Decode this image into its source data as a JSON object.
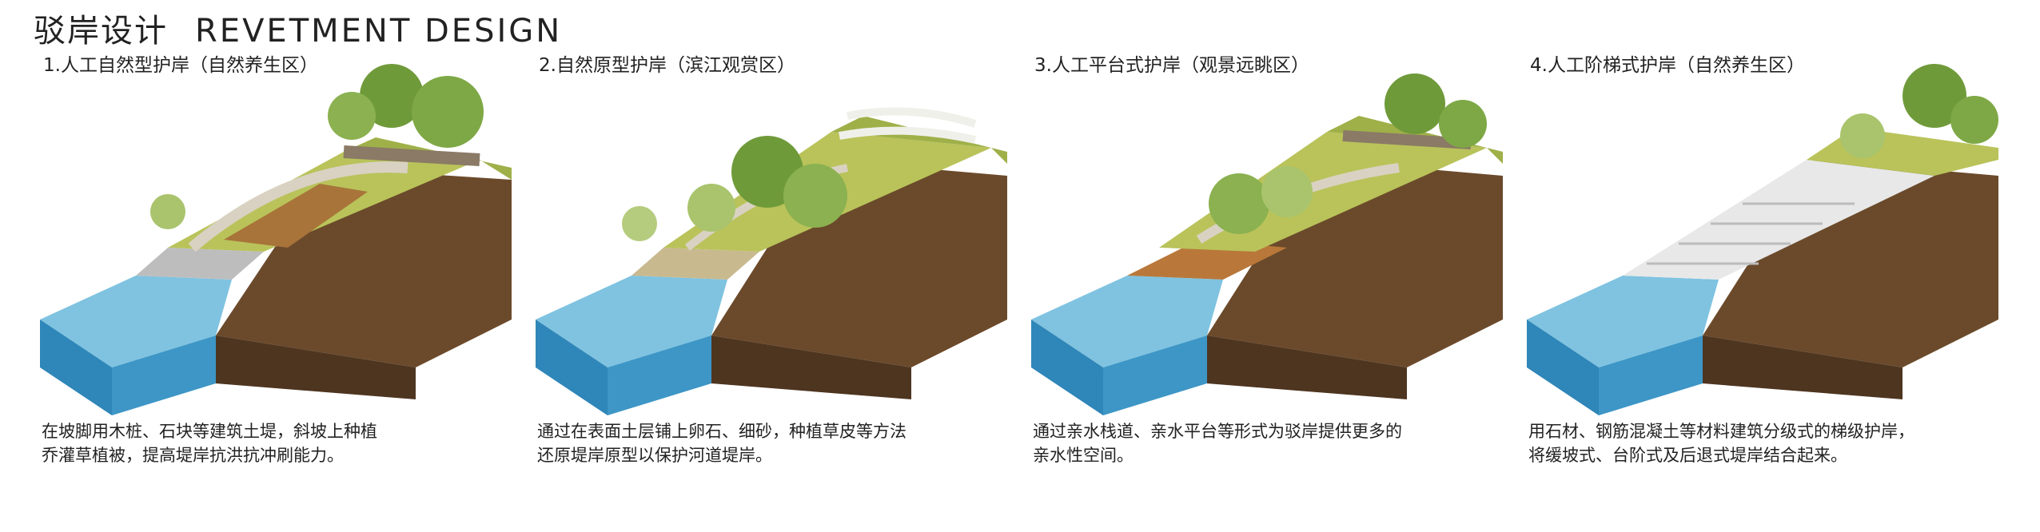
{
  "header": {
    "title_cn": "驳岸设计",
    "title_en": "REVETMENT DESIGN"
  },
  "panels": [
    {
      "title": "1.人工自然型护岸（自然养生区）",
      "desc": [
        "在坡脚用木桩、石块等建筑土堤，斜坡上种植",
        "乔灌草植被，提高堤岸抗洪抗冲刷能力。"
      ]
    },
    {
      "title": "2.自然原型护岸（滨江观赏区）",
      "desc": [
        "通过在表面土层铺上卵石、细砂，种植草皮等方法",
        "还原堤岸原型以保护河道堤岸。"
      ]
    },
    {
      "title": "3.人工平台式护岸（观景远眺区）",
      "desc": [
        "通过亲水栈道、亲水平台等形式为驳岸提供更多的",
        "亲水性空间。"
      ]
    },
    {
      "title": "4.人工阶梯式护岸（自然养生区）",
      "desc": [
        "用石材、钢筋混凝土等材料建筑分级式的梯级护岸，",
        "将缓坡式、台阶式及后退式堤岸结合起来。"
      ]
    }
  ],
  "colors": {
    "water_top": "#7fc3e0",
    "water_side": "#2f86b8",
    "soil": "#6b4a2b",
    "grass": "#b9c35a",
    "tree": "#6f9a3a",
    "path": "#d9d2c2",
    "wood": "#a8743a",
    "stone": "#e8e8e8"
  }
}
